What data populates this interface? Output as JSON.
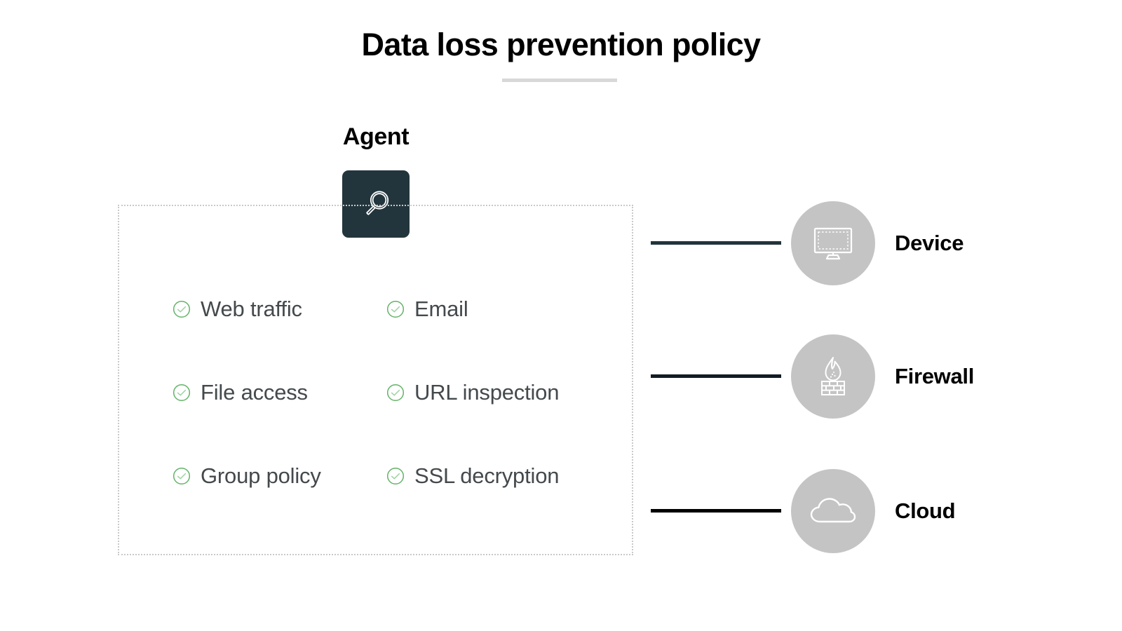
{
  "title": {
    "text": "Data loss prevention policy",
    "underline_color": "#d8d8d8"
  },
  "agent": {
    "label": "Agent",
    "icon": "magnifying-glass-icon",
    "tile_color": "#23353c",
    "icon_color": "#ffffff"
  },
  "capability_box": {
    "border_style": "dotted",
    "border_color": "#c9c9c9",
    "check_icon": "check-circle-icon",
    "check_color": "#63b368",
    "text_color": "#44494c",
    "rows": [
      [
        {
          "label": "Web traffic",
          "checked": true
        },
        {
          "label": "Email",
          "checked": true
        }
      ],
      [
        {
          "label": "File access",
          "checked": true
        },
        {
          "label": "URL inspection",
          "checked": true
        }
      ],
      [
        {
          "label": "Group policy",
          "checked": true
        },
        {
          "label": "SSL decryption",
          "checked": true
        }
      ]
    ]
  },
  "destinations": [
    {
      "label": "Device",
      "icon": "monitor-icon",
      "circle_color": "#c4c4c4",
      "line_color": "#22343b"
    },
    {
      "label": "Firewall",
      "icon": "firewall-flame-brick-icon",
      "circle_color": "#c4c4c4",
      "line_color": "#121c27"
    },
    {
      "label": "Cloud",
      "icon": "cloud-icon",
      "circle_color": "#c4c4c4",
      "line_color": "#000000"
    }
  ]
}
